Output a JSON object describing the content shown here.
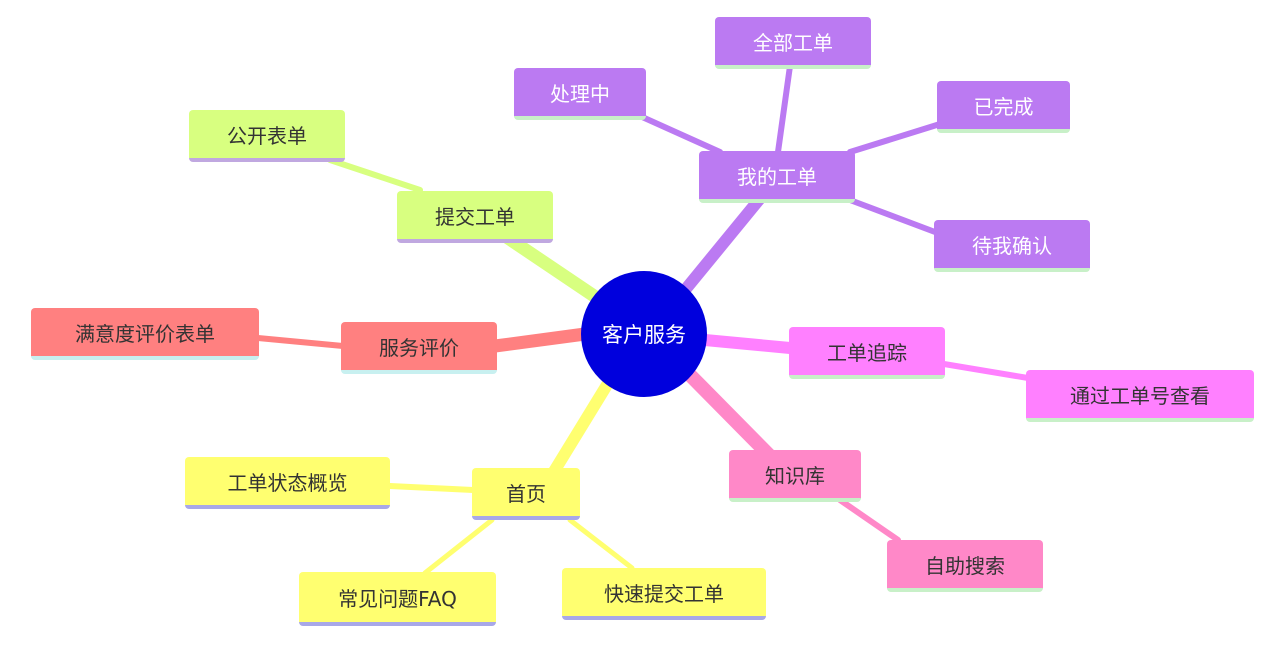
{
  "root": {
    "label": "客户服务",
    "color": "#0000dd"
  },
  "branches": [
    {
      "label": "我的工单",
      "color": "#bb7af2",
      "children": [
        "处理中",
        "全部工单",
        "已完成",
        "待我确认"
      ]
    },
    {
      "label": "提交工单",
      "color": "#d8ff80",
      "children": [
        "公开表单"
      ]
    },
    {
      "label": "服务评价",
      "color": "#ff8080",
      "children": [
        "满意度评价表单"
      ]
    },
    {
      "label": "首页",
      "color": "#ffff70",
      "children": [
        "工单状态概览",
        "常见问题FAQ",
        "快速提交工单"
      ]
    },
    {
      "label": "工单追踪",
      "color": "#ff80ff",
      "children": [
        "通过工单号查看"
      ]
    },
    {
      "label": "知识库",
      "color": "#ff88c8",
      "children": [
        "自助搜索"
      ]
    }
  ]
}
